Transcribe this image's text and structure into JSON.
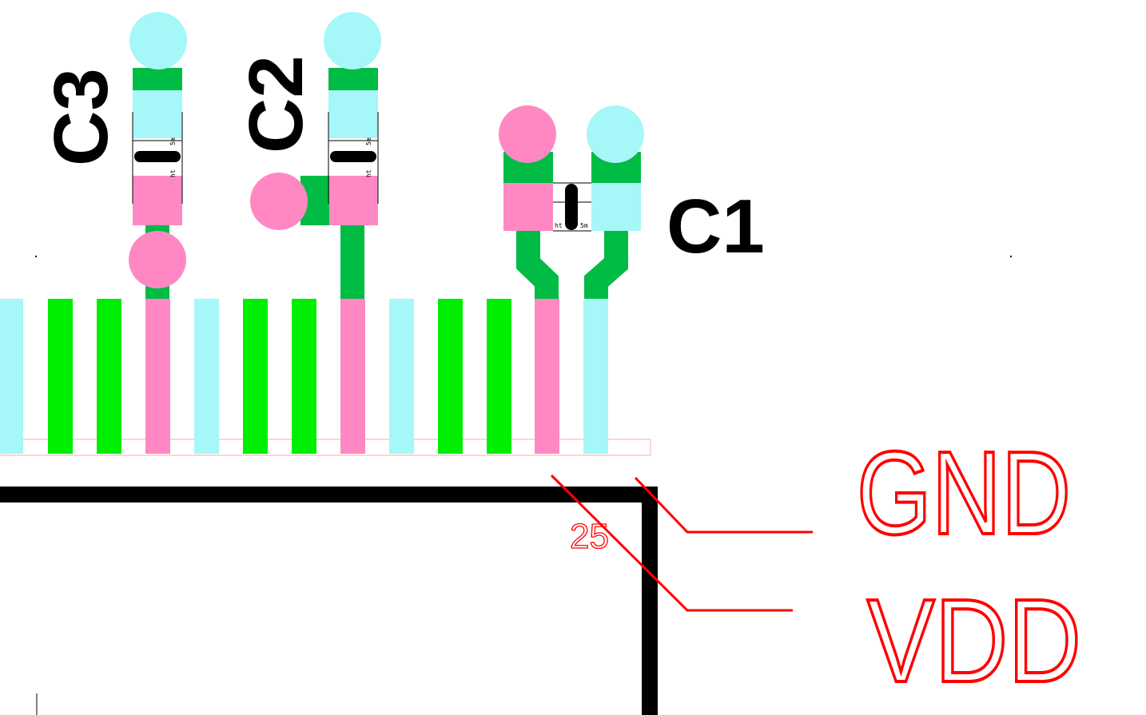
{
  "components": {
    "c3": {
      "ref": "C3"
    },
    "c2": {
      "ref": "C2"
    },
    "c1": {
      "ref": "C1"
    }
  },
  "nets": {
    "gnd": {
      "label": "GND",
      "color": "#ff0000"
    },
    "vdd": {
      "label": "VDD",
      "color": "#ff0000"
    }
  },
  "pin": {
    "number": "25"
  },
  "colors": {
    "pad_cyan": "#a6f7f7",
    "pad_pink": "#ff88c3",
    "trace_green": "#00bb44",
    "finger_green": "#00ee00",
    "outline_black": "#000000",
    "net_red": "#ff0000"
  }
}
